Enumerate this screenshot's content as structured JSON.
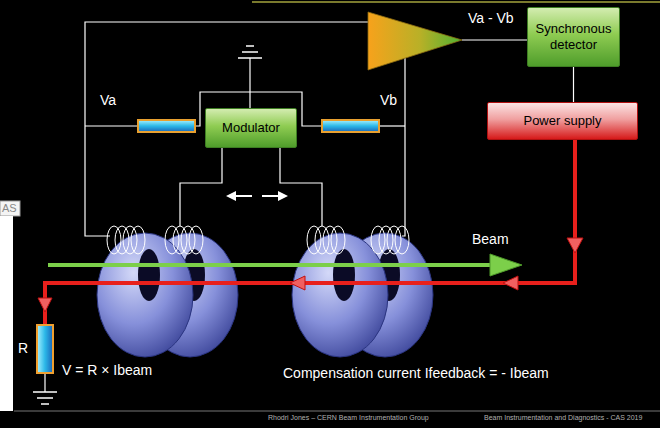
{
  "diagram": {
    "nodes": [
      {
        "text": [
          "Synchronous detector"
        ]
      },
      {
        "text": [
          "Power supply"
        ]
      },
      {
        "text": [
          "Modulator"
        ]
      }
    ],
    "edges": [
      {
        "from": 0,
        "to": 1,
        "arrow": "none"
      }
    ],
    "labels": [
      "Va - Vb",
      "Va",
      "Vb",
      "Beam",
      "R",
      "V = R × Ibeam",
      "Compensation current Ifeedback = - Ibeam",
      "AS",
      "Rhodri Jones – CERN Beam Instrumentation Group",
      "Beam Instrumentation and Diagnostics - CAS 2019"
    ]
  }
}
